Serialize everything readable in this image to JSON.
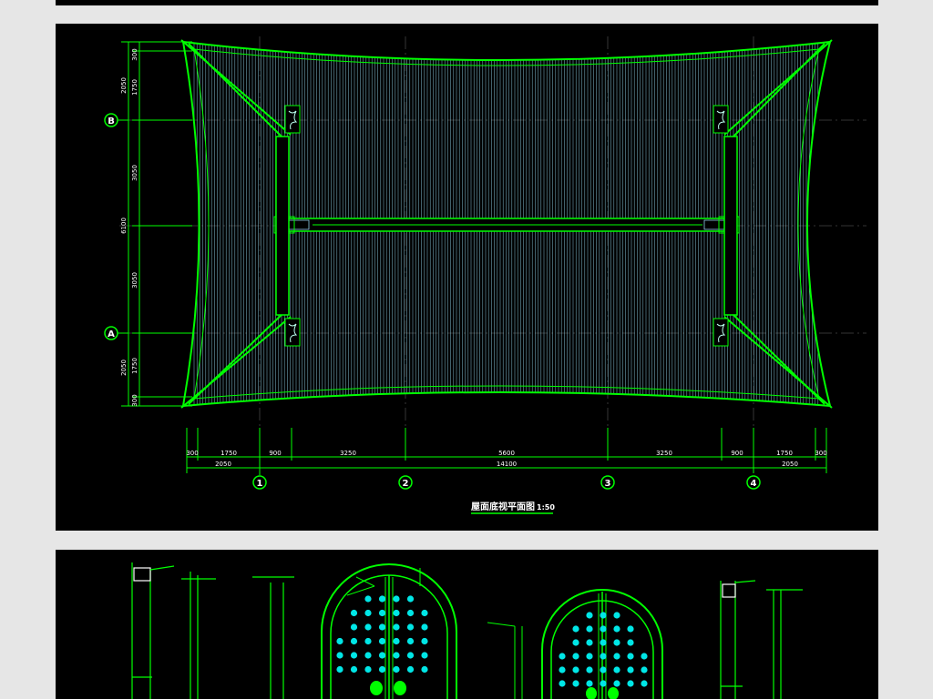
{
  "drawing": {
    "title": "屋面底视平面图",
    "scale": "1:50",
    "colors": {
      "background": "#000000",
      "outline": "#00ff00",
      "hatch": "#8fd0e6",
      "dims": "#ffffff",
      "grid": "#555555",
      "dots": "#00e6e6"
    },
    "axes_vertical": [
      "1",
      "2",
      "3",
      "4"
    ],
    "axes_horizontal": [
      "B",
      "A"
    ],
    "dims_bottom_row1": [
      "300",
      "1750",
      "900",
      "3250",
      "5600",
      "3250",
      "900",
      "1750",
      "300"
    ],
    "dims_bottom_row2": [
      "2050",
      "14100",
      "2050"
    ],
    "dims_left_row1": [
      "300",
      "1750",
      "3050",
      "3050",
      "1750",
      "300"
    ],
    "dims_left_row2": [
      "2050",
      "6100",
      "2050"
    ]
  },
  "details": {
    "caption_marks": [
      "——",
      "——",
      "——",
      "——"
    ]
  }
}
